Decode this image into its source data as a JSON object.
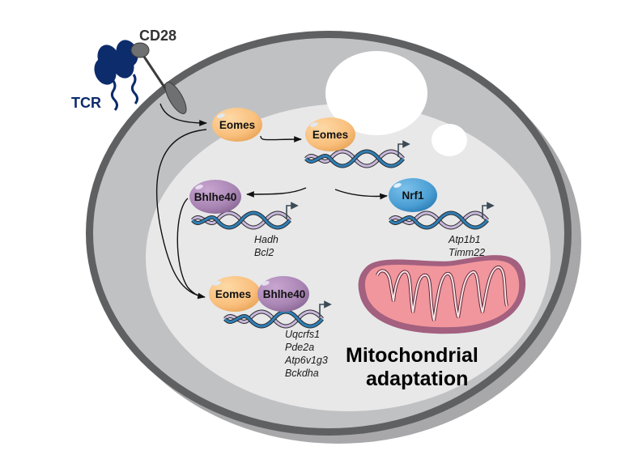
{
  "figure": {
    "receptors": {
      "tcr_label": "TCR",
      "cd28_label": "CD28"
    },
    "factors": {
      "eomes_top": "Eomes",
      "eomes_dna": "Eomes",
      "bhlhe40": "Bhlhe40",
      "nrf1": "Nrf1",
      "complex_eomes": "Eomes",
      "complex_bhlhe40": "Bhlhe40"
    },
    "gene_groups": {
      "bhlhe40_targets": [
        "Hadh",
        "Bcl2"
      ],
      "nrf1_targets": [
        "Atp1b1",
        "Timm22"
      ],
      "complex_targets": [
        "Uqcrfs1",
        "Pde2a",
        "Atp6v1g3",
        "Bckdha"
      ]
    },
    "outcome": {
      "line1": "Mitochondrial",
      "line2": "adaptation"
    },
    "colors": {
      "cell_outer": "#5f6062",
      "cell_body": "#c0c1c3",
      "nucleus": "#e8e8e9",
      "shadow": "#a8a8aa",
      "eomes": "#f9bf7c",
      "bhlhe40": "#a985b4",
      "nrf1": "#4b9fd4",
      "tcr": "#0c2c6b",
      "cd28": "#6f7072",
      "mito_outer": "#a3607f",
      "mito_inner": "#f1969c"
    }
  }
}
